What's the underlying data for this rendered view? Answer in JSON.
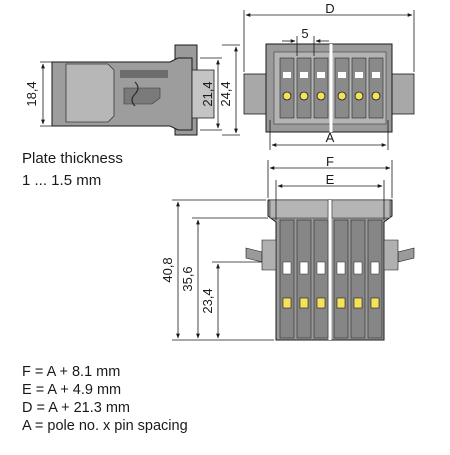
{
  "plate": {
    "label": "Plate thickness",
    "range": "1 ... 1.5 mm"
  },
  "dimensions": {
    "d": "D",
    "pitch": "5",
    "a": "A",
    "f": "F",
    "e": "E",
    "h_side_outer": "18,4",
    "h_side_inner": "21,4",
    "h_side_total": "24,4",
    "h_front_total": "40,8",
    "h_front_mid": "35,6",
    "h_front_low": "23,4"
  },
  "formulas": [
    "F = A + 8.1 mm",
    "E = A + 4.9 mm",
    "D = A + 21.3 mm",
    "A = pole no. x pin spacing"
  ],
  "colors": {
    "body": "#8c8c8c",
    "body_light": "#b4b4b4",
    "body_dark": "#5a5a5a",
    "line": "#1a1a1a",
    "accent": "#f5e25a"
  }
}
